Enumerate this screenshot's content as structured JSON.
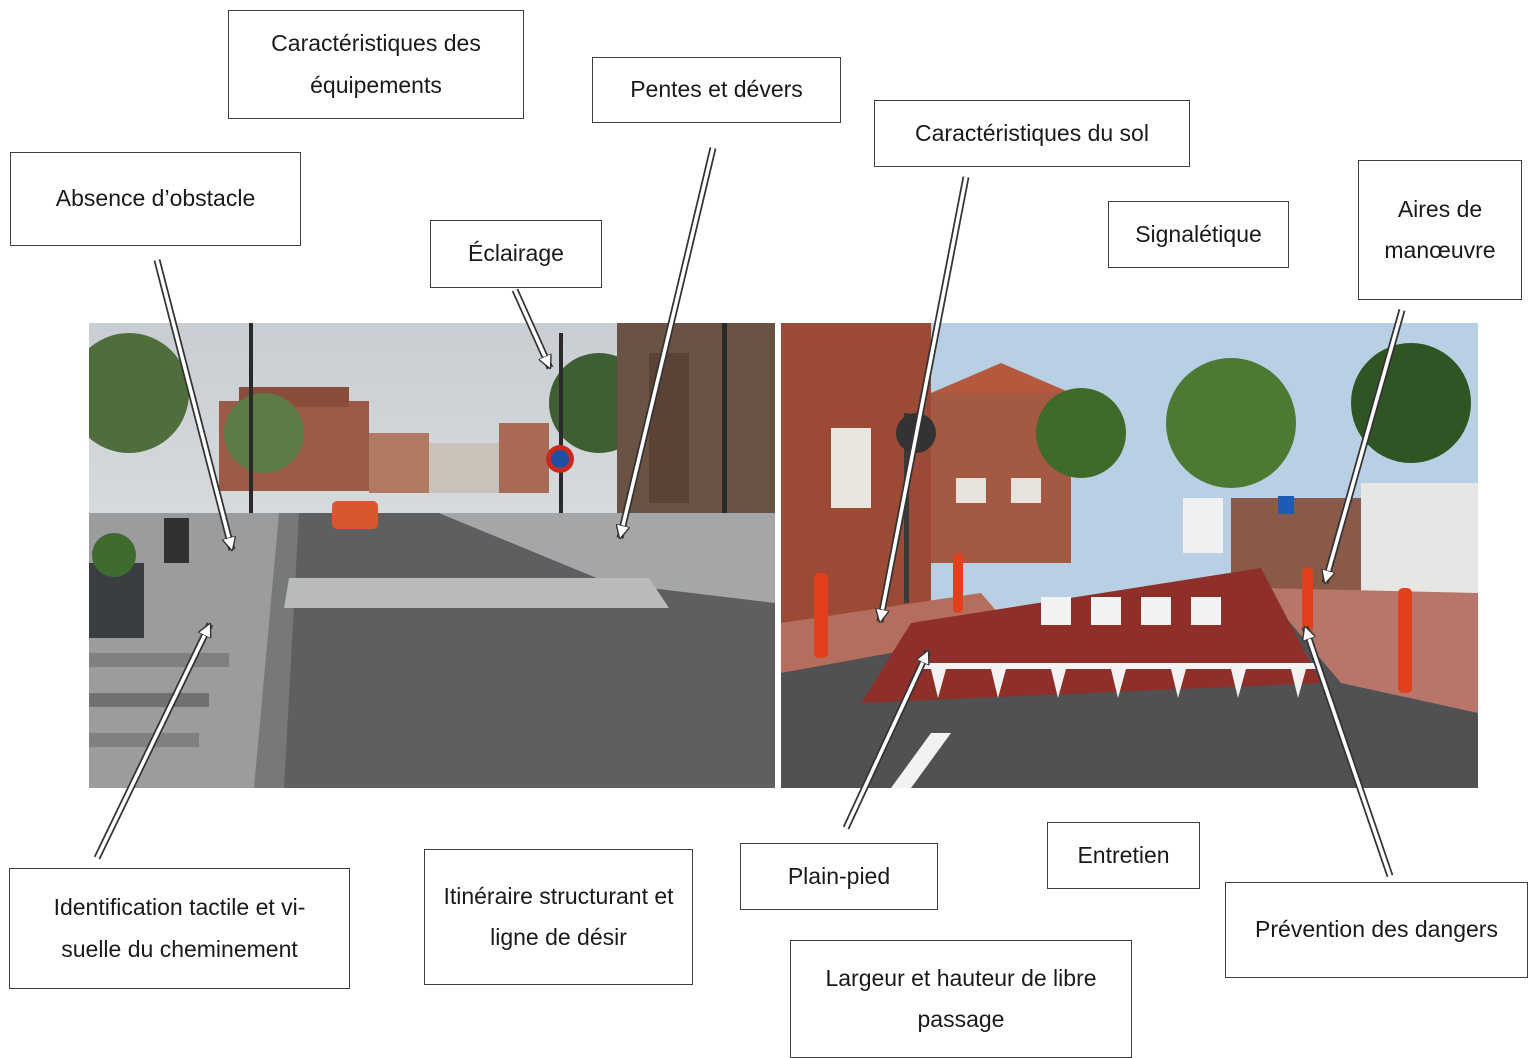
{
  "labels": {
    "equipements": "Caractéristiques des équipements",
    "pentes": "Pentes et dévers",
    "sol": "Caractéristiques du sol",
    "obstacle": "Absence d’obstacle",
    "eclairage": "Éclairage",
    "signaletique": "Signalétique",
    "manoeuvre": "Aires de manœuvre",
    "identification": "Identification tactile et vi-suelle du cheminement",
    "itineraire": "Itinéraire structurant et ligne de désir",
    "plainpied": "Plain-pied",
    "entretien": "Entretien",
    "prevention": "Prévention des dangers",
    "largeur": "Largeur et hauteur de libre passage"
  },
  "colors": {
    "box_border": "#404040",
    "arrow_fill": "#ffffff",
    "arrow_stroke": "#333333",
    "cycle_lane_red": "#8e2f2a",
    "bollard_orange": "#e2401c",
    "asphalt": "#5d5f61",
    "brick": "#9a4a35"
  }
}
